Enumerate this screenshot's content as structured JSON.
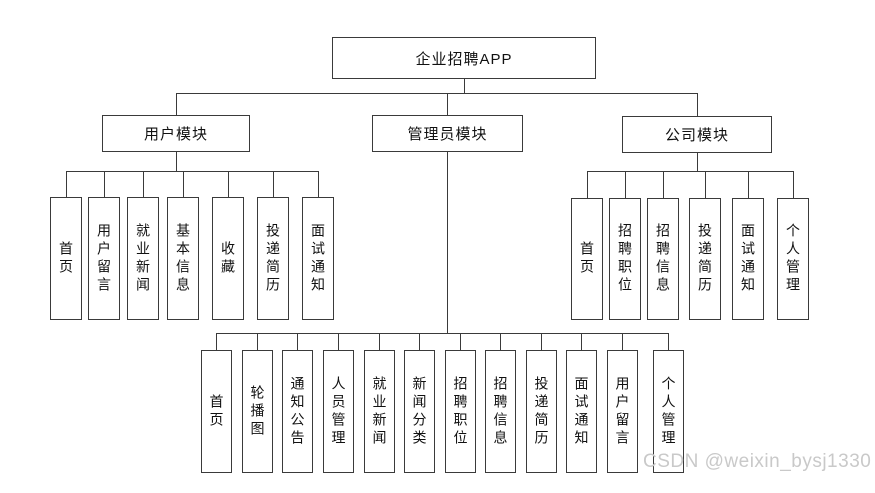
{
  "root": {
    "label": "企业招聘APP"
  },
  "modules": [
    {
      "label": "用户模块",
      "children": [
        "首页",
        "用户留言",
        "就业新闻",
        "基本信息",
        "收藏",
        "投递简历",
        "面试通知"
      ]
    },
    {
      "label": "管理员模块",
      "children": [
        "首页",
        "轮播图",
        "通知公告",
        "人员管理",
        "就业新闻",
        "新闻分类",
        "招聘职位",
        "招聘信息",
        "投递简历",
        "面试通知",
        "用户留言",
        "个人管理"
      ]
    },
    {
      "label": "公司模块",
      "children": [
        "首页",
        "招聘职位",
        "招聘信息",
        "投递简历",
        "面试通知",
        "个人管理"
      ]
    }
  ],
  "watermark": {
    "text": "CSDN @weixin_bysj1330"
  },
  "colors": {
    "background": "#ffffff",
    "line": "#3a3a3a",
    "box_border": "#3a3a3a",
    "text": "#111111",
    "watermark": "#c9c9c9"
  }
}
